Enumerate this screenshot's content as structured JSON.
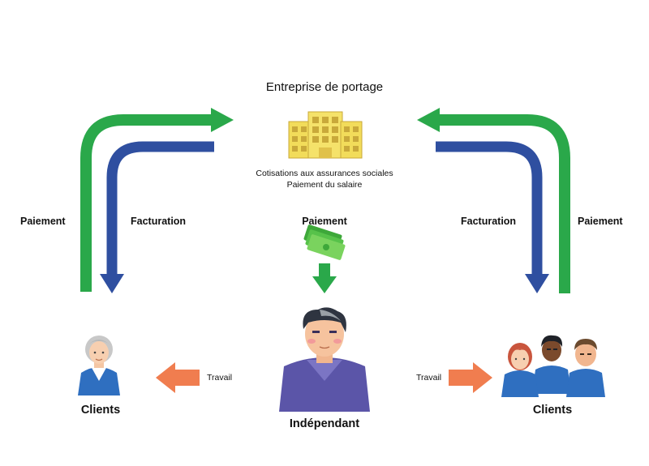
{
  "title": "Entreprise de portage",
  "company_notes": [
    "Cotisations aux assurances sociales",
    "Paiement du salaire"
  ],
  "labels": {
    "left_payment": "Paiement",
    "left_invoicing": "Facturation",
    "center_payment": "Paiement",
    "right_invoicing": "Facturation",
    "right_payment": "Paiement",
    "left_work": "Travail",
    "right_work": "Travail"
  },
  "nodes": {
    "left_clients": "Clients",
    "independent": "Indépendant",
    "right_clients": "Clients"
  },
  "icons": {
    "building": "building-icon",
    "money": "money-bills-icon",
    "elderly_client": "elderly-client-icon",
    "independent": "independent-worker-icon",
    "client_group": "client-group-icon"
  },
  "colors": {
    "payment_green": "#2aa84a",
    "invoicing_blue": "#2f4fa0",
    "work_orange": "#f07d4f",
    "building_gold": "#f2dc5a",
    "money_green": "#57c24a",
    "person_blue": "#2f6fc0",
    "independent_purple": "#5b55a8"
  }
}
